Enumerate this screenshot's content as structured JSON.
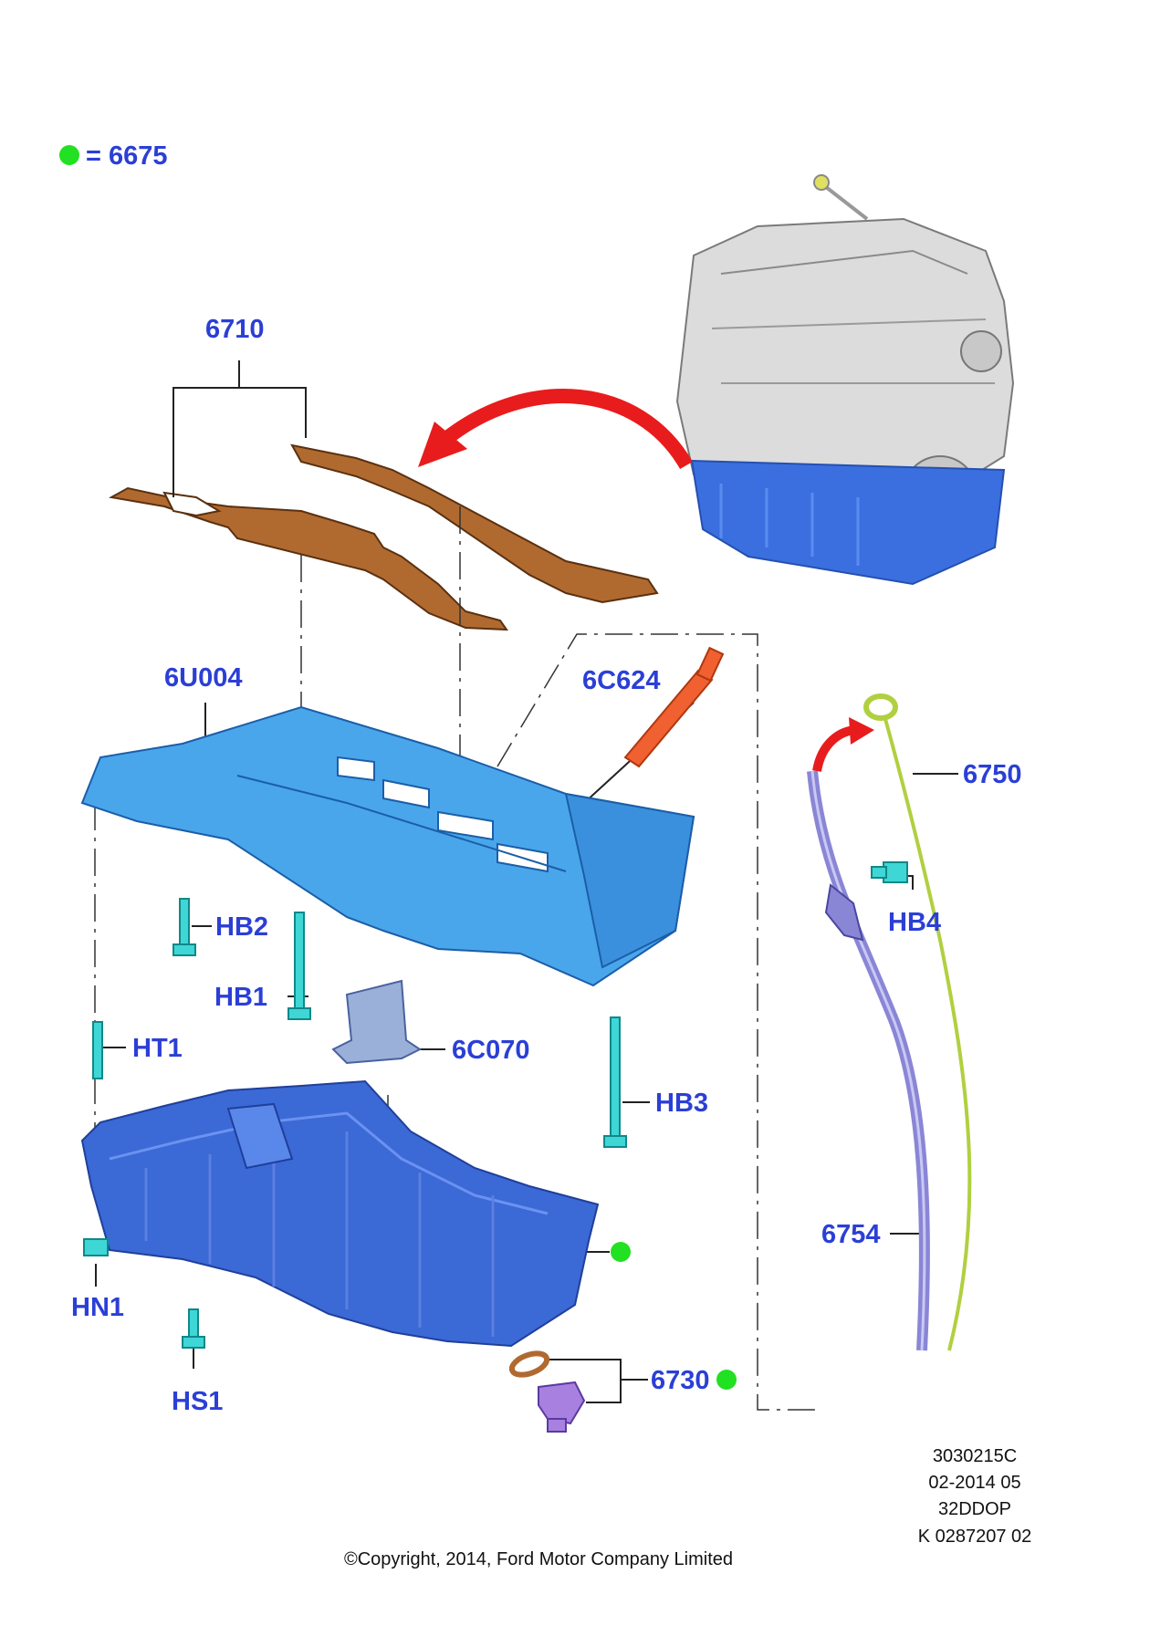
{
  "legend": {
    "marker_color": "#22e022",
    "text": "= 6675"
  },
  "callouts": {
    "c6710": "6710",
    "c6u004": "6U004",
    "c6c624": "6C624",
    "c6750": "6750",
    "chb2": "HB2",
    "chb1": "HB1",
    "cht1": "HT1",
    "c6c070": "6C070",
    "chb3": "HB3",
    "chb4": "HB4",
    "c6754": "6754",
    "chn1": "HN1",
    "chs1": "HS1",
    "c6730": "6730"
  },
  "reference_block": {
    "line1": "3030215C",
    "line2": "02-2014 05",
    "line3": "32DDOP",
    "line4": "K 0287207 02"
  },
  "copyright": "©Copyright, 2014, Ford Motor Company Limited",
  "colors": {
    "callout": "#2b3fd6",
    "gasket": "#b06a30",
    "upper_pan": "#4aa6ea",
    "lower_pan": "#3b69d6",
    "fastener": "#3fd6d6",
    "dipstick_tube": "#8a86d6",
    "dipstick": "#b0d040",
    "oil_tube": "#f06030",
    "arrow": "#e81c1c",
    "drain_plug": "#a880e0",
    "engine": "#d8d8d8"
  }
}
